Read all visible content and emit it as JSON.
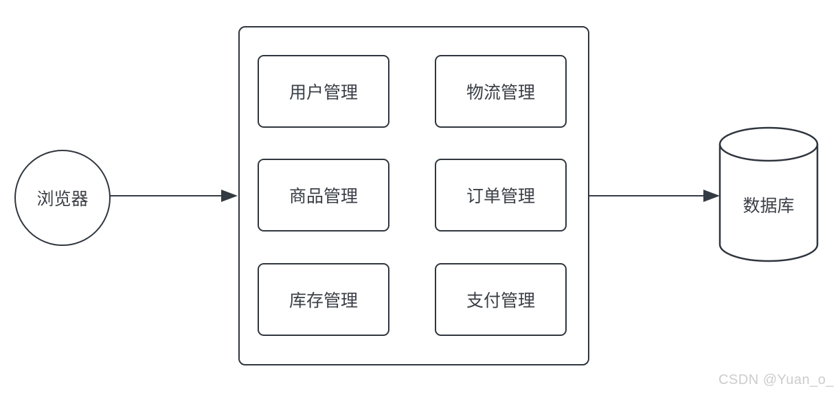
{
  "diagram": {
    "title": "e-commerce system architecture flow",
    "browser": {
      "label": "浏览器"
    },
    "system_modules": [
      {
        "id": "user-management",
        "label": "用户管理"
      },
      {
        "id": "logistics-management",
        "label": "物流管理"
      },
      {
        "id": "product-management",
        "label": "商品管理"
      },
      {
        "id": "order-management",
        "label": "订单管理"
      },
      {
        "id": "inventory-management",
        "label": "库存管理"
      },
      {
        "id": "payment-management",
        "label": "支付管理"
      }
    ],
    "database": {
      "label": "数据库"
    },
    "watermark": "CSDN @Yuan_o_",
    "colors": {
      "stroke": "#2f353d",
      "arrow": "#333a42",
      "text": "#3a3f46",
      "watermark": "#cccccc",
      "background": "#ffffff"
    }
  }
}
